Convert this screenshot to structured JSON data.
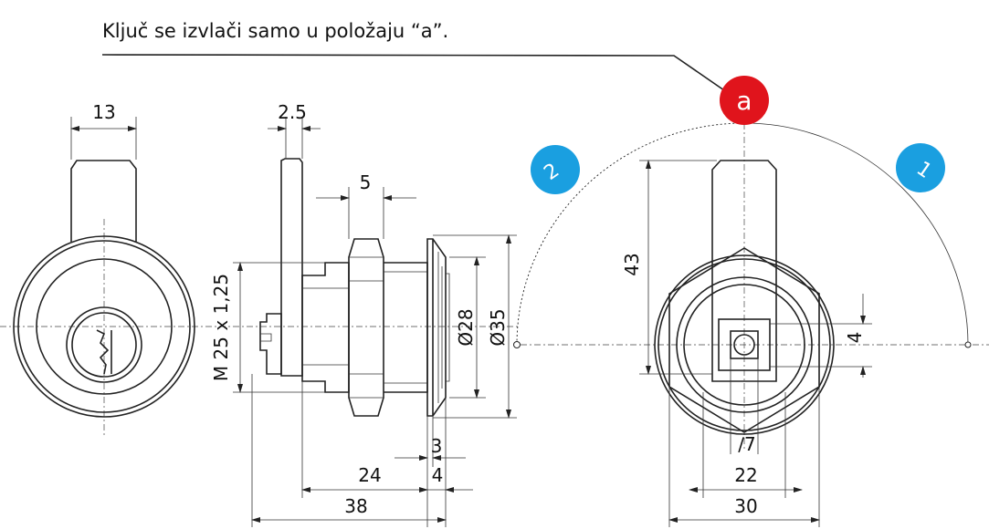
{
  "note": {
    "text": "Ključ se izvlači samo u položaju “a”."
  },
  "positions": {
    "a": {
      "label": "a",
      "color": "#e0141c"
    },
    "p1": {
      "label": "1",
      "color": "#1a9fe0"
    },
    "p2": {
      "label": "2",
      "color": "#1a9fe0"
    }
  },
  "dimensions": {
    "front_width": "13",
    "plate_thickness": "2.5",
    "nut_width": "5",
    "thread": "M 25 x 1,25",
    "dia_inner": "Ø28",
    "dia_outer": "Ø35",
    "flange": "3",
    "flange_total": "4",
    "body_length": "24",
    "total_length": "38",
    "cam_length": "43",
    "square_size": "4",
    "square_dia": "∕7",
    "inner_width": "22",
    "outer_width": "30"
  }
}
